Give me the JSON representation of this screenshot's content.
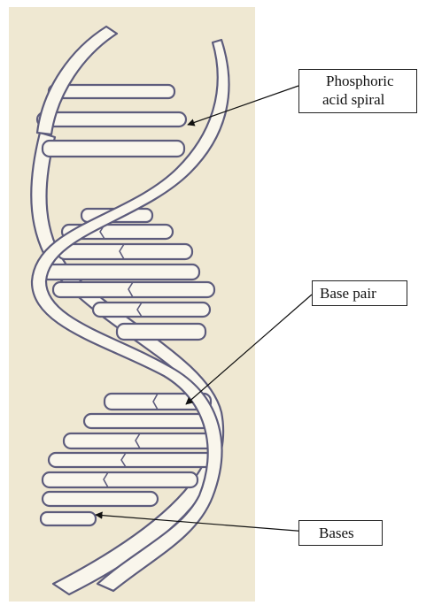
{
  "colors": {
    "background": "#efe8d2",
    "strand_fill": "#f9f6ec",
    "outline": "#5d5c7c",
    "arrow": "#111111"
  },
  "labels": {
    "phosphoric": {
      "line1": "Phosphoric",
      "line2": "acid spiral"
    },
    "base_pair": "Base pair",
    "bases": "Bases"
  }
}
